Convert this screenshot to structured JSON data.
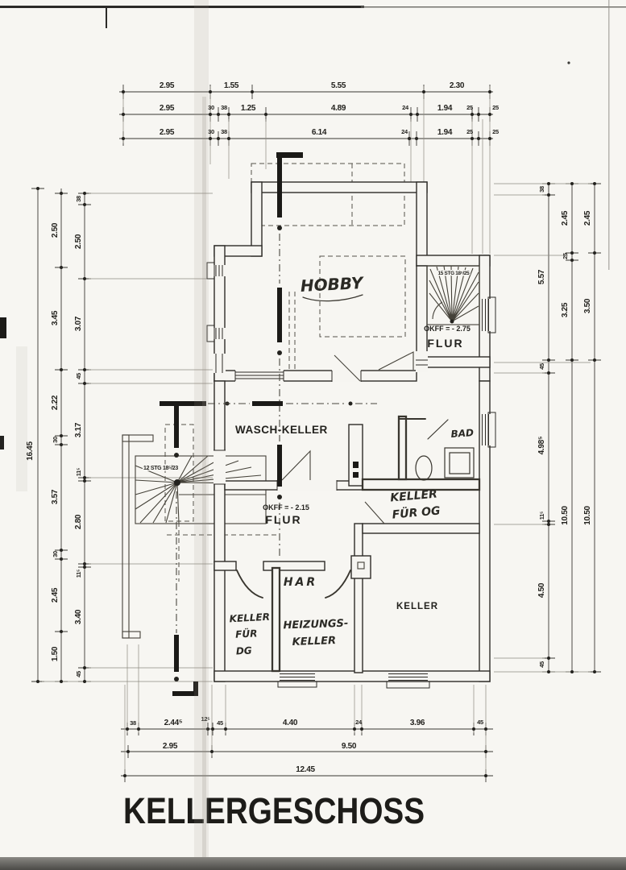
{
  "title": "KELLERGESCHOSS",
  "levels": {
    "upper": "OKFF = - 2.75",
    "lower": "OKFF = - 2.15"
  },
  "stairs": {
    "main": "15 STG 18⁵/25",
    "outdoor": "12 STG 18⁵/23"
  },
  "rooms": {
    "hobby": "HOBBY",
    "flur_upper": "FLUR",
    "wasch": "WASCH-KELLER",
    "bad": "BAD",
    "keller_og": [
      "KELLER",
      "FÜR OG"
    ],
    "flur_lower": "FLUR",
    "har": "HAR",
    "keller_dg": [
      "KELLER",
      "FÜR",
      "DG"
    ],
    "heizung": [
      "HEIZUNGS-",
      "KELLER"
    ],
    "keller": "KELLER"
  },
  "dims": {
    "top": {
      "row1": [
        "2.95",
        "1.55",
        "5.55",
        "2.30"
      ],
      "row2": [
        "2.95",
        "30",
        "38",
        "1.25",
        "4.89",
        "24",
        "1.94",
        "25",
        "25"
      ],
      "row3": [
        "2.95",
        "30",
        "38",
        "6.14",
        "24",
        "1.94",
        "25",
        "25"
      ]
    },
    "bottom": {
      "row1": [
        "38",
        "2.44⁵",
        "12⁵",
        "45",
        "4.40",
        "24",
        "3.96",
        "45"
      ],
      "row2": [
        "2.95",
        "9.50"
      ],
      "row3": [
        "12.45"
      ]
    },
    "left": {
      "total": "16.45",
      "mid": [
        "2.50",
        "3.45",
        "2.22",
        "30",
        "3.57",
        "30",
        "2.45",
        "1.50"
      ],
      "inner": [
        "38",
        "2.50",
        "3.07",
        "45",
        "3.17",
        "11⁵",
        "2.80",
        "11⁵",
        "3.40",
        "45"
      ]
    },
    "right": {
      "inner": [
        "38",
        "5.57",
        "45",
        "4.98⁵",
        "11⁵",
        "4.50",
        "45"
      ],
      "mid": [
        "2.45",
        "25",
        "3.25",
        "10.50"
      ],
      "outer": [
        "2.45",
        "3.50",
        "10.50"
      ]
    }
  }
}
